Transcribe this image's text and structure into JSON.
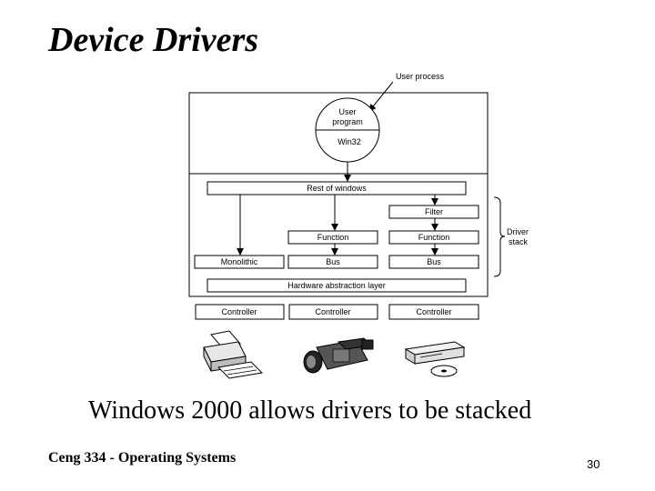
{
  "slide": {
    "title": "Device Drivers",
    "caption": "Windows 2000 allows drivers to be stacked",
    "footer": "Ceng 334 - Operating Systems",
    "page_number": "30"
  },
  "diagram": {
    "user_process_label": "User process",
    "user_program_line1": "User",
    "user_program_line2": "program",
    "win32_label": "Win32",
    "rest_of_windows": "Rest of windows",
    "filter": "Filter",
    "function_left": "Function",
    "function_right": "Function",
    "monolithic": "Monolithic",
    "bus_middle": "Bus",
    "bus_right": "Bus",
    "hal": "Hardware abstraction layer",
    "controller_left": "Controller",
    "controller_middle": "Controller",
    "controller_right": "Controller",
    "driver_stack_line1": "Driver",
    "driver_stack_line2": "stack",
    "devices": [
      "printer-icon",
      "camcorder-icon",
      "cd-drive-icon"
    ]
  }
}
